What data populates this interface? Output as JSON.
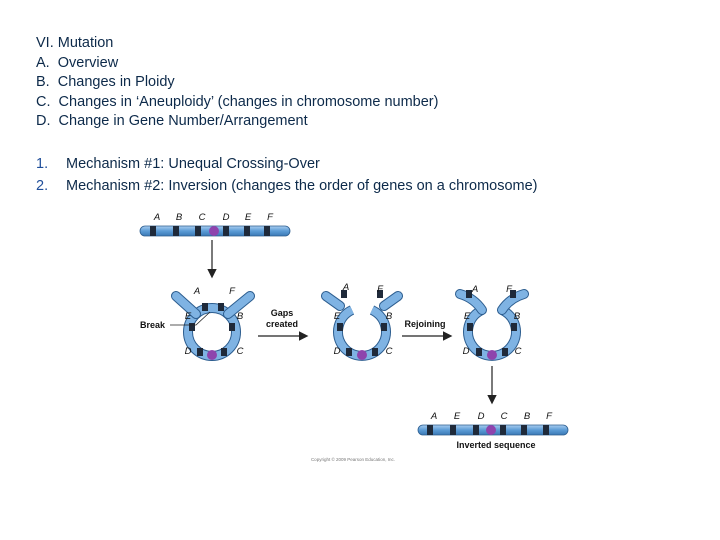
{
  "outline": [
    "VI. Mutation",
    "A.  Overview",
    "B.  Changes in Ploidy",
    "C.  Changes in ‘Aneuploidy’ (changes in chromosome number)",
    "D.  Change in Gene Number/Arrangement"
  ],
  "mechanisms": [
    {
      "num": "1.",
      "text": "Mechanism #1: Unequal Crossing-Over"
    },
    {
      "num": "2.",
      "text": "Mechanism #2: Inversion (changes the order of genes on a chromosome)"
    }
  ],
  "diagram": {
    "top_genes": [
      "A",
      "B",
      "C",
      "D",
      "E",
      "F"
    ],
    "loop_labels": {
      "a": "A",
      "f": "F",
      "e": "E",
      "b": "B",
      "d": "D",
      "c": "C"
    },
    "break_label": "Break",
    "gaps_label_1": "Gaps",
    "gaps_label_2": "created",
    "rejoin_label": "Rejoining",
    "inverted_genes": [
      "A",
      "E",
      "D",
      "C",
      "B",
      "F"
    ],
    "inverted_caption": "Inverted sequence",
    "copyright": "Copyright © 2009 Pearson Education, Inc."
  },
  "colors": {
    "text": "#0d2a4a",
    "number": "#1f4e9a",
    "chromosome": "#5b9bd5",
    "chromosome_light": "#a9cdf0",
    "band": "#1f2a3a",
    "centromere": "#8e44ad"
  }
}
